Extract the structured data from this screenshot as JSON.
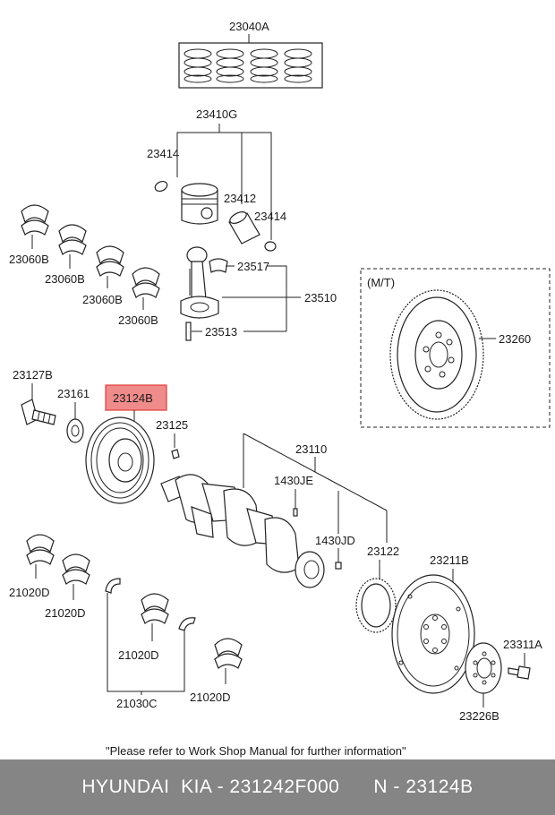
{
  "labels": {
    "p23040A": "23040A",
    "p23410G": "23410G",
    "p23414a": "23414",
    "p23412": "23412",
    "p23414b": "23414",
    "p23060B_1": "23060B",
    "p23060B_2": "23060B",
    "p23060B_3": "23060B",
    "p23060B_4": "23060B",
    "p23517": "23517",
    "p23510": "23510",
    "p23513": "23513",
    "mt": "(M/T)",
    "p23260": "23260",
    "p23127B": "23127B",
    "p23161": "23161",
    "p23124B": "23124B",
    "p23125": "23125",
    "p23110": "23110",
    "p1430JE": "1430JE",
    "p1430JD": "1430JD",
    "p23122": "23122",
    "p23211B": "23211B",
    "p23311A": "23311A",
    "p23226B": "23226B",
    "p21020D_1": "21020D",
    "p21020D_2": "21020D",
    "p21020D_3": "21020D",
    "p21020D_4": "21020D",
    "p21030C": "21030C"
  },
  "note": "\"Please refer to Work Shop Manual for further information\"",
  "footer": "HYUNDAI  KIA - 231242F000      N - 23124B",
  "colors": {
    "highlight_fill": "#f08b8b",
    "highlight_border": "#e23c3c",
    "footer_bg": "#858585",
    "footer_text": "#ffffff"
  }
}
